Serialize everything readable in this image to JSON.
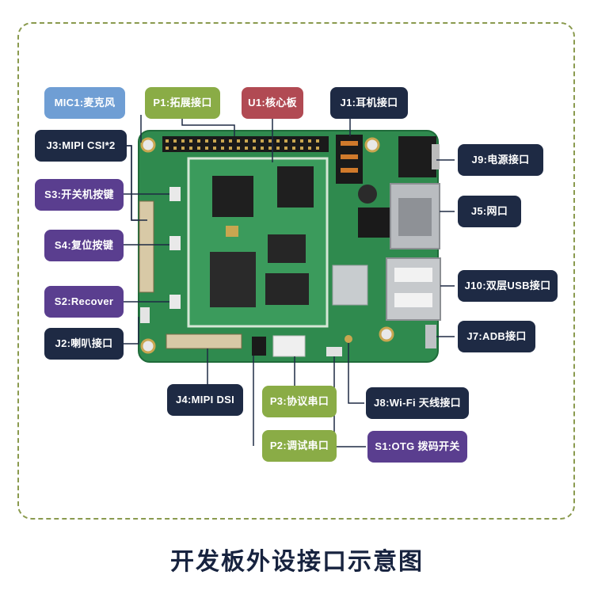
{
  "labels": {
    "mic1": "MIC1:麦克风",
    "p1": "P1:拓展接口",
    "u1": "U1:核心板",
    "j1": "J1:耳机接口",
    "j3": "J3:MIPI CSI*2",
    "s3": "S3:开关机按键",
    "s4": "S4:复位按键",
    "s2": "S2:Recover",
    "j2": "J2:喇叭接口",
    "j9": "J9:电源接口",
    "j5": "J5:网口",
    "j10": "J10:双层USB接口",
    "j7": "J7:ADB接口",
    "j4": "J4:MIPI DSI",
    "p3": "P3:协议串口",
    "j8": "J8:Wi-Fi 天线接口",
    "p2": "P2:调试串口",
    "s1": "S1:OTG 拨码开关"
  },
  "title": "开发板外设接口示意图",
  "colors": {
    "navy": "#1e2a44",
    "purple": "#5a3e8f",
    "light_blue": "#6f9ed4",
    "green": "#8aac46",
    "red": "#b14a53",
    "board": "#2f8a4e"
  }
}
